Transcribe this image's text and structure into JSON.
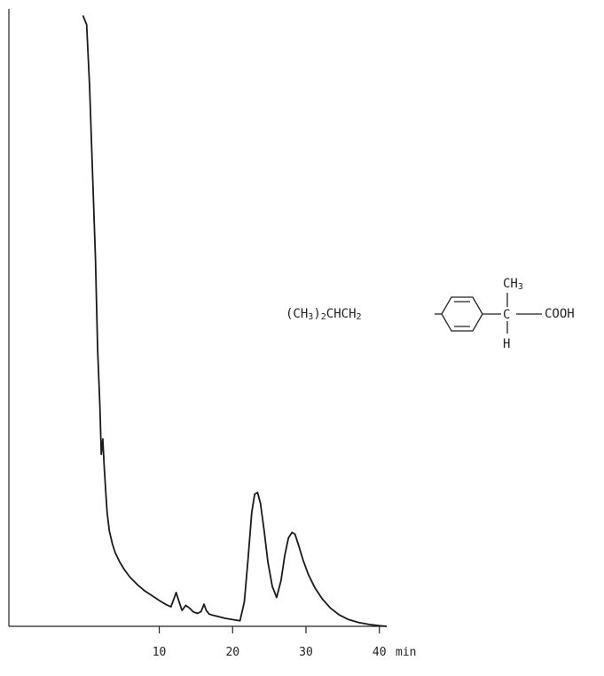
{
  "chart_data": {
    "type": "line",
    "title": "",
    "xlabel": "",
    "ylabel": "",
    "x_unit": "min",
    "xlim": [
      -10.5,
      41
    ],
    "ylim": [
      0,
      100
    ],
    "x_ticks": [
      10,
      20,
      30,
      40
    ],
    "x_tick_labels": [
      "10",
      "20",
      "30",
      "40"
    ],
    "grid": false,
    "series": [
      {
        "x": [
          -0.4,
          0.1,
          0.5,
          0.9,
          1.3,
          1.6,
          1.9,
          2.1,
          2.3,
          2.5,
          2.7,
          2.9,
          3.2,
          3.6,
          4.0,
          4.6,
          5.2,
          6.0,
          7.0,
          8.0,
          9.0,
          10.0,
          11.0,
          11.6,
          12.0,
          12.3,
          12.7,
          13.1,
          13.6,
          14.1,
          14.6,
          15.2,
          15.7,
          16.1,
          16.4,
          16.8,
          17.3,
          18.0,
          19.0,
          20.0,
          21.0,
          21.6,
          22.1,
          22.6,
          23.0,
          23.4,
          23.8,
          24.3,
          24.8,
          25.4,
          26.0,
          26.6,
          27.1,
          27.6,
          28.1,
          28.5,
          29.0,
          29.6,
          30.3,
          31.2,
          32.2,
          33.3,
          34.5,
          35.8,
          37.2,
          38.6,
          40.0,
          41.0
        ],
        "y": [
          99.5,
          98.0,
          88.0,
          74.0,
          60.0,
          45.0,
          36.0,
          28.0,
          30.5,
          26.0,
          22.0,
          18.5,
          15.5,
          13.5,
          12.0,
          10.5,
          9.3,
          8.0,
          6.8,
          5.8,
          5.0,
          4.2,
          3.5,
          3.2,
          4.5,
          5.5,
          4.0,
          2.6,
          3.4,
          3.0,
          2.4,
          2.1,
          2.4,
          3.6,
          2.6,
          2.0,
          1.8,
          1.6,
          1.3,
          1.1,
          0.9,
          4.0,
          11.0,
          18.5,
          21.5,
          21.8,
          20.0,
          15.5,
          10.5,
          6.5,
          4.7,
          7.5,
          11.5,
          14.4,
          15.3,
          15.0,
          13.2,
          10.8,
          8.5,
          6.3,
          4.5,
          3.0,
          1.9,
          1.1,
          0.6,
          0.3,
          0.1,
          0.0
        ]
      }
    ],
    "annotations": [
      {
        "kind": "structural-formula",
        "left_group": {
          "base": "(CH",
          "sub": "3",
          "tail": ")",
          "count": "2",
          "chain": "CHCH",
          "chain_sub": "2"
        },
        "methyl_group": {
          "base": "CH",
          "sub": "3"
        },
        "alpha_carbon": "C",
        "hydrogen": "H",
        "acid_group": "COOH"
      }
    ]
  }
}
